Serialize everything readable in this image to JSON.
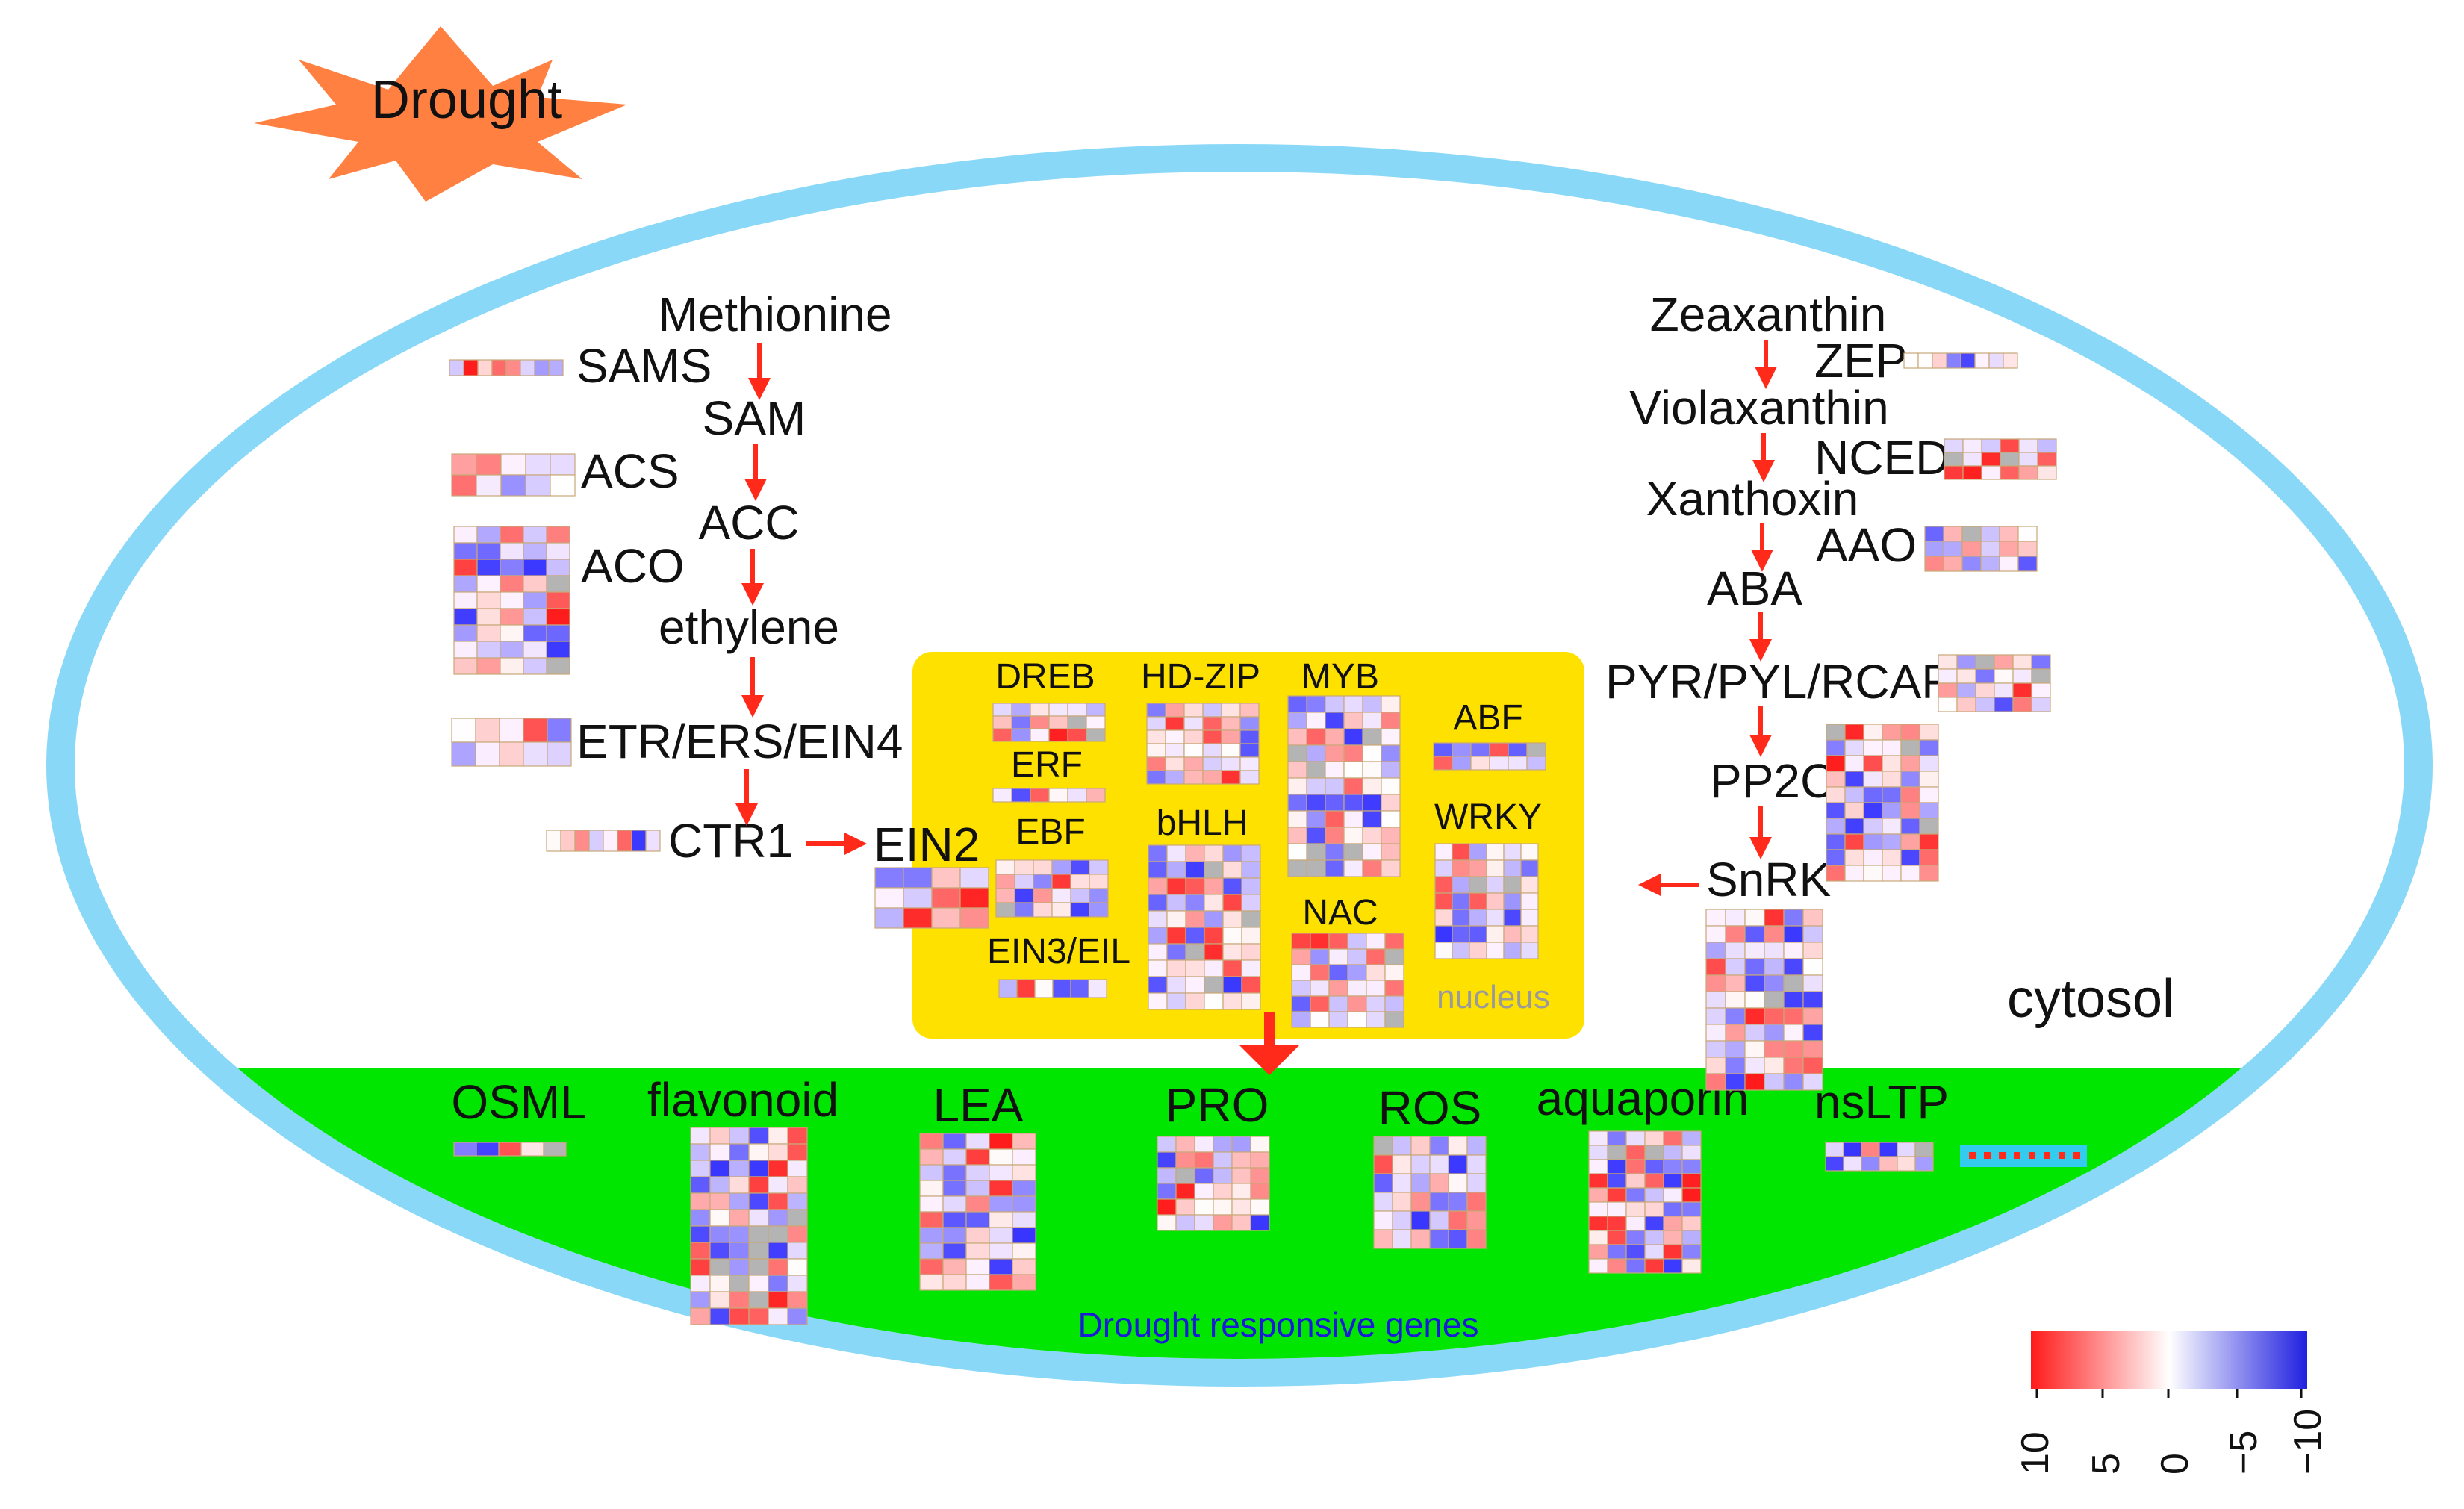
{
  "title": "Drought",
  "compartments": {
    "cytosol": "cytosol",
    "nucleus": "nucleus",
    "drought_responsive": "Drought responsive genes"
  },
  "ethylene_pathway": {
    "metabolites": [
      "Methionine",
      "SAM",
      "ACC",
      "ethylene"
    ],
    "genes": [
      "SAMS",
      "ACS",
      "ACO",
      "ETR/ERS/EIN4",
      "CTR1",
      "EIN2"
    ]
  },
  "aba_pathway": {
    "metabolites": [
      "Zeaxanthin",
      "Violaxanthin",
      "Xanthoxin",
      "ABA"
    ],
    "genes": [
      "ZEP",
      "NCED",
      "AAO",
      "PYR/PYL/RCAR",
      "PP2C",
      "SnRK"
    ]
  },
  "transcription_factors": [
    "DREB",
    "HD-ZIP",
    "MYB",
    "ABF",
    "ERF",
    "bHLH",
    "WRKY",
    "EBF",
    "NAC",
    "EIN3/EIL"
  ],
  "responsive_genes": [
    "OSML",
    "flavonoid",
    "LEA",
    "PRO",
    "ROS",
    "aquaporin",
    "nsLTP"
  ],
  "legend": {
    "ticks": [
      "10",
      "5",
      "0",
      "−5",
      "−10"
    ],
    "colors": {
      "high": "#ff1a1a",
      "mid": "#ffffff",
      "low": "#2020e0"
    }
  },
  "colors": {
    "membrane": "#8ad8f7",
    "nucleus": "#ffe100",
    "responsive_zone": "#00e600",
    "arrow": "#ff2a1a",
    "burst": "#ff8040",
    "nucleus_label": "#9a9a9a",
    "responsive_label": "#1a1ad8",
    "cell_border": "#c8a878"
  }
}
